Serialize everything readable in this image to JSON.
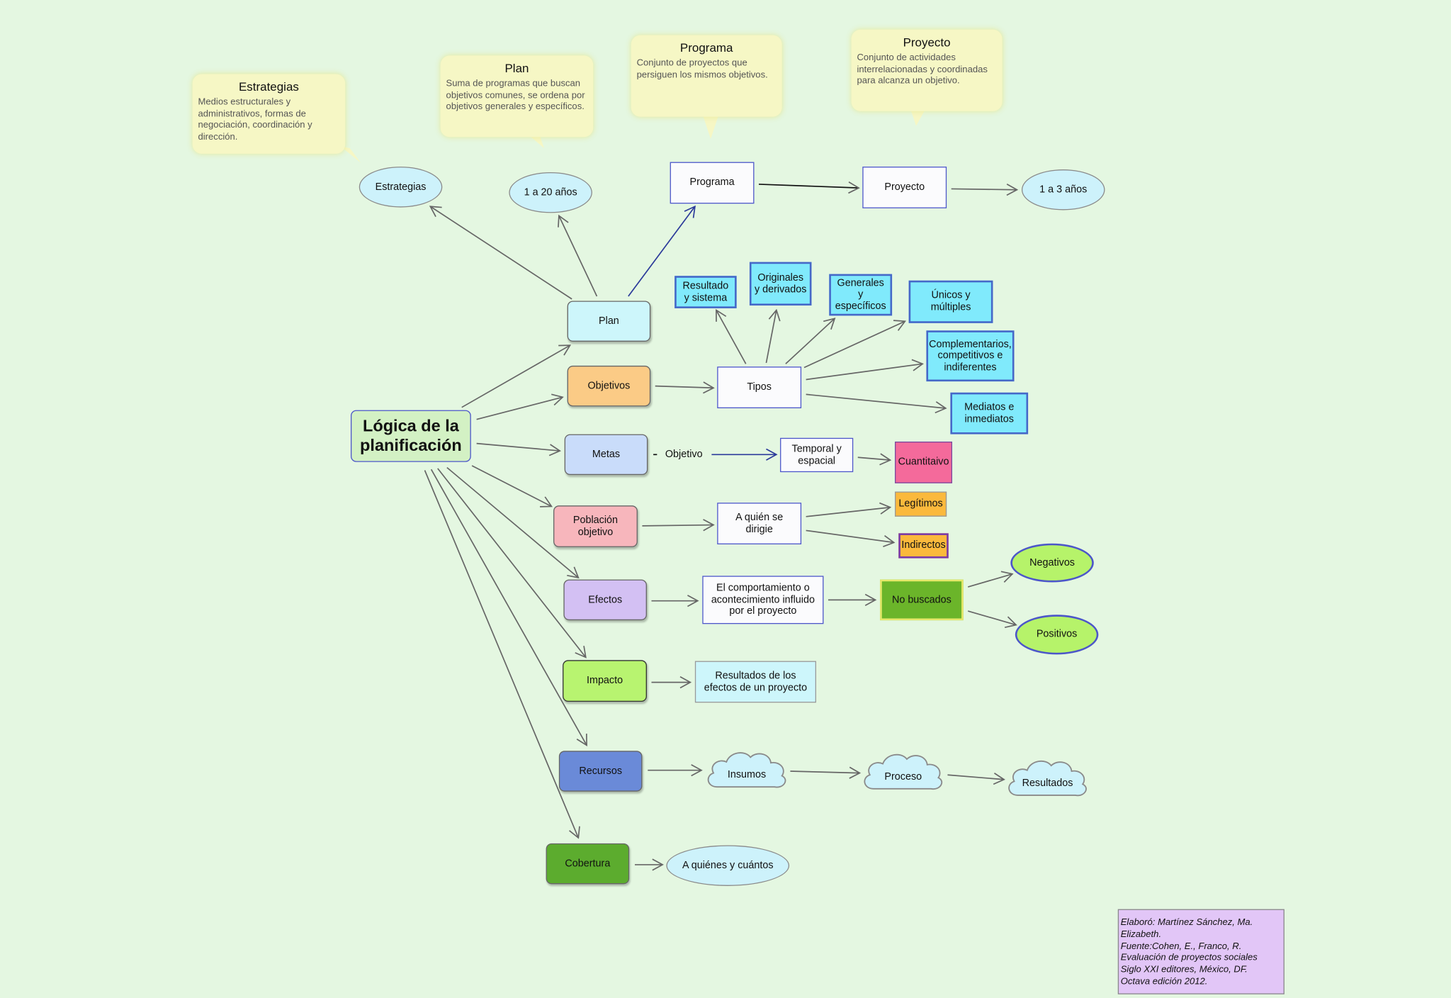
{
  "colors": {
    "background": "#e4f7e1",
    "arrow": "#666666",
    "connector_blue": "#2b3a9a",
    "plan": "#cdf6fb",
    "objetivos": "#fbcb86",
    "metas": "#c9dcfa",
    "poblacion": "#f7b6bc",
    "efectos": "#d3c0f3",
    "impacto": "#b8f470",
    "recursos": "#6a8ad8",
    "cobertura": "#5cac2e",
    "cyan_box": "#80eafc",
    "cuantitativo": "#f46a9b",
    "orange_box": "#fbb93c",
    "no_buscados": "#6bb52a",
    "green_ellipse": "#b6f36a",
    "callout": "#f6f7c5",
    "credit": "#e2c6f7"
  },
  "root": {
    "title": "Lógica de la planificación"
  },
  "callouts": {
    "estrategias": {
      "title": "Estrategias",
      "text": "Medios estructurales y administrativos, formas de negociación, coordinación y dirección."
    },
    "plan": {
      "title": "Plan",
      "text": "Suma de programas que buscan objetivos comunes, se ordena por objetivos generales y específicos."
    },
    "programa": {
      "title": "Programa",
      "text": "Conjunto de proyectos que persiguen los mismos objetivos."
    },
    "proyecto": {
      "title": "Proyecto",
      "text": "Conjunto de actividades interrelacionadas y coordinadas para alcanza un objetivo."
    }
  },
  "nodes": {
    "plan": "Plan",
    "objetivos": "Objetivos",
    "metas": "Metas",
    "poblacion": "Población objetivo",
    "efectos": "Efectos",
    "impacto": "Impacto",
    "recursos": "Recursos",
    "cobertura": "Cobertura",
    "estrategias": "Estrategias",
    "anios_20": "1 a 20 años",
    "programa": "Programa",
    "proyecto": "Proyecto",
    "anios_3": "1 a 3 años",
    "tipos": "Tipos",
    "resultado_sistema": "Resultado y sistema",
    "originales": "Originales y derivados",
    "generales": "Generales y específicos",
    "unicos": "Únicos y múltiples",
    "complementarios": "Complementarios, competitivos e indiferentes",
    "mediatos": "Mediatos e inmediatos",
    "objetivo_link": "Objetivo",
    "temporal": "Temporal y espacial",
    "cuantitativo": "Cuantitaivo",
    "a_quien": "A quién se dirigie",
    "legitimos": "Legítimos",
    "indirectos": "Indirectos",
    "comportamiento": "El comportamiento o acontecimiento influido por el proyecto",
    "no_buscados": "No buscados",
    "negativos": "Negativos",
    "positivos": "Positivos",
    "resultados_efectos": "Resultados de los efectos de un proyecto",
    "insumos": "Insumos",
    "proceso": "Proceso",
    "resultados": "Resultados",
    "a_quienes": "A quiénes y cuántos"
  },
  "credit": {
    "lines": [
      "Elaboró: Martínez Sánchez, Ma.",
      "Elizabeth.",
      "Fuente:Cohen, E., Franco, R.",
      "Evaluación de proyectos sociales",
      "Siglo XXI editores, México, DF.",
      "Octava edición 2012."
    ]
  }
}
